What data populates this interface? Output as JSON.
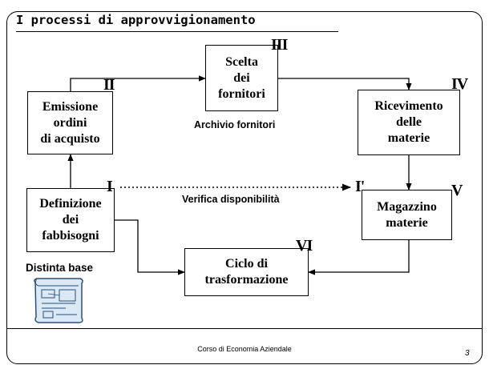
{
  "title": "I processi di approvvigionamento",
  "nodes": {
    "definizione": "Definizione\ndei\nfabbisogni",
    "emissione": "Emissione\nordini\ndi acquisto",
    "scelta": "Scelta\ndei\nfornitori",
    "ricevimento": "Ricevimento\ndelle\nmaterie",
    "magazzino": "Magazzino\nmaterie",
    "ciclo": "Ciclo di\ntrasformazione"
  },
  "step_labels": {
    "i": "I",
    "ii": "II",
    "iii": "III",
    "iv": "IV",
    "v": "V",
    "vi": "VI",
    "i_prime": "I'"
  },
  "captions": {
    "archivio": "Archivio fornitori",
    "verifica": "Verifica disponibilità",
    "distinta": "Distinta base"
  },
  "icons": {
    "distinta": "blueprint-icon"
  },
  "footer": {
    "course": "Corso di Economia Aziendale",
    "page_number": "3"
  }
}
